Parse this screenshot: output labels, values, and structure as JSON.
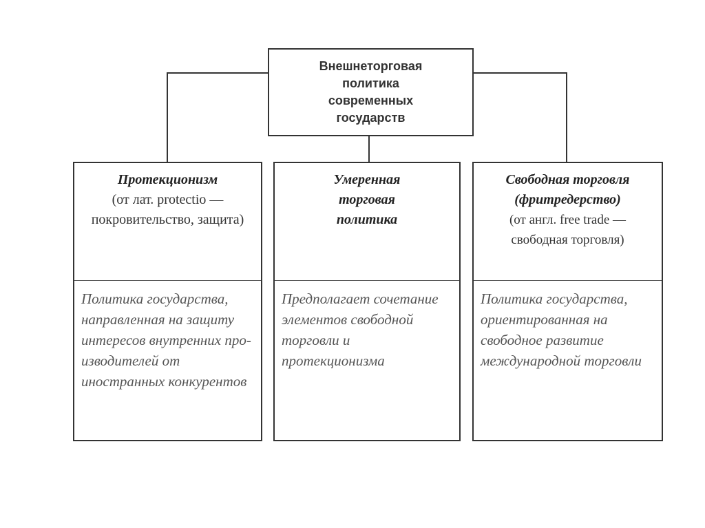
{
  "root": {
    "title": "Внешнеторговая политика современных государств"
  },
  "columns": [
    {
      "title": "Протекционизм",
      "note": "(от лат. protectio — покровительство, защита)",
      "description": "Политика государ­ства, направленная на защиту интере­сов внутренних про­изводителей от иностранных конку­рентов"
    },
    {
      "title": "Умеренная торговая политика",
      "note": "",
      "description": "Предполагает соче­тание элементов свободной торговли и протекционизма"
    },
    {
      "title": "Свободная торговля (фритредерство)",
      "note": "(от англ. free trade — свободная торговля)",
      "description": "Политика государ­ства, ориентиро­ванная на свободное развитие междуна­родной торговли"
    }
  ]
}
